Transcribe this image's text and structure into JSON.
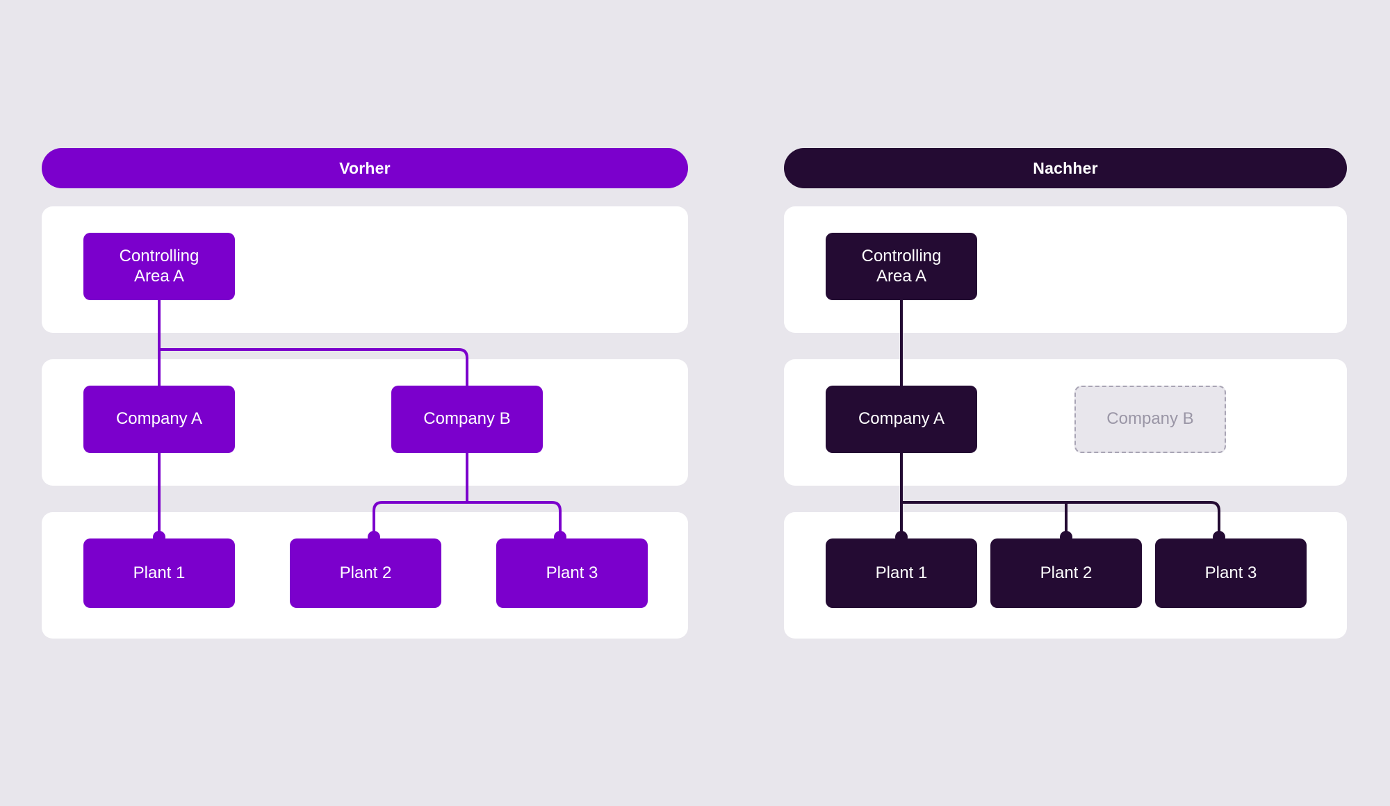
{
  "background_color": "#e8e6ec",
  "panels": [
    {
      "id": "vorher",
      "header": "Vorher",
      "header_color": "#7b00cc",
      "node_color": "#7b00cc",
      "line_color": "#7b00cc",
      "rows": [
        {
          "label": "controlling-area-row",
          "nodes": [
            {
              "text": "Controlling\nArea A",
              "state": "active"
            }
          ]
        },
        {
          "label": "company-row",
          "nodes": [
            {
              "text": "Company A",
              "state": "active"
            },
            {
              "text": "Company B",
              "state": "active"
            }
          ]
        },
        {
          "label": "plant-row",
          "nodes": [
            {
              "text": "Plant 1",
              "state": "active"
            },
            {
              "text": "Plant 2",
              "state": "active"
            },
            {
              "text": "Plant 3",
              "state": "active"
            }
          ]
        }
      ],
      "nodes": {
        "controlling_area": "Controlling\nArea A",
        "controlling_area_line1": "Controlling",
        "controlling_area_line2": "Area A",
        "company_a": "Company A",
        "company_b": "Company B",
        "plant_1": "Plant 1",
        "plant_2": "Plant 2",
        "plant_3": "Plant 3"
      }
    },
    {
      "id": "nachher",
      "header": "Nachher",
      "header_color": "#240b33",
      "node_color": "#240b33",
      "line_color": "#240b33",
      "ghost_fill": "#e8e6ec",
      "ghost_border": "#a8a4b4",
      "ghost_text_color": "#9a96a6",
      "rows": [
        {
          "label": "controlling-area-row",
          "nodes": [
            {
              "text": "Controlling\nArea A",
              "state": "active"
            }
          ]
        },
        {
          "label": "company-row",
          "nodes": [
            {
              "text": "Company A",
              "state": "active"
            },
            {
              "text": "Company B",
              "state": "removed"
            }
          ]
        },
        {
          "label": "plant-row",
          "nodes": [
            {
              "text": "Plant 1",
              "state": "active"
            },
            {
              "text": "Plant 2",
              "state": "active"
            },
            {
              "text": "Plant 3",
              "state": "active"
            }
          ]
        }
      ],
      "nodes": {
        "controlling_area": "Controlling\nArea A",
        "controlling_area_line1": "Controlling",
        "controlling_area_line2": "Area A",
        "company_a": "Company A",
        "company_b": "Company B",
        "plant_1": "Plant 1",
        "plant_2": "Plant 2",
        "plant_3": "Plant 3"
      }
    }
  ]
}
